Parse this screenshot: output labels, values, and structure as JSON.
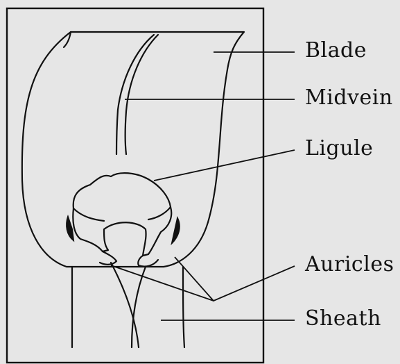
{
  "labels": {
    "blade": "Blade",
    "midvein": "Midvein",
    "ligule": "Ligule",
    "auricles": "Auricles",
    "sheath": "Sheath"
  },
  "colors": {
    "background": "#e6e6e6",
    "line": "#111111"
  }
}
